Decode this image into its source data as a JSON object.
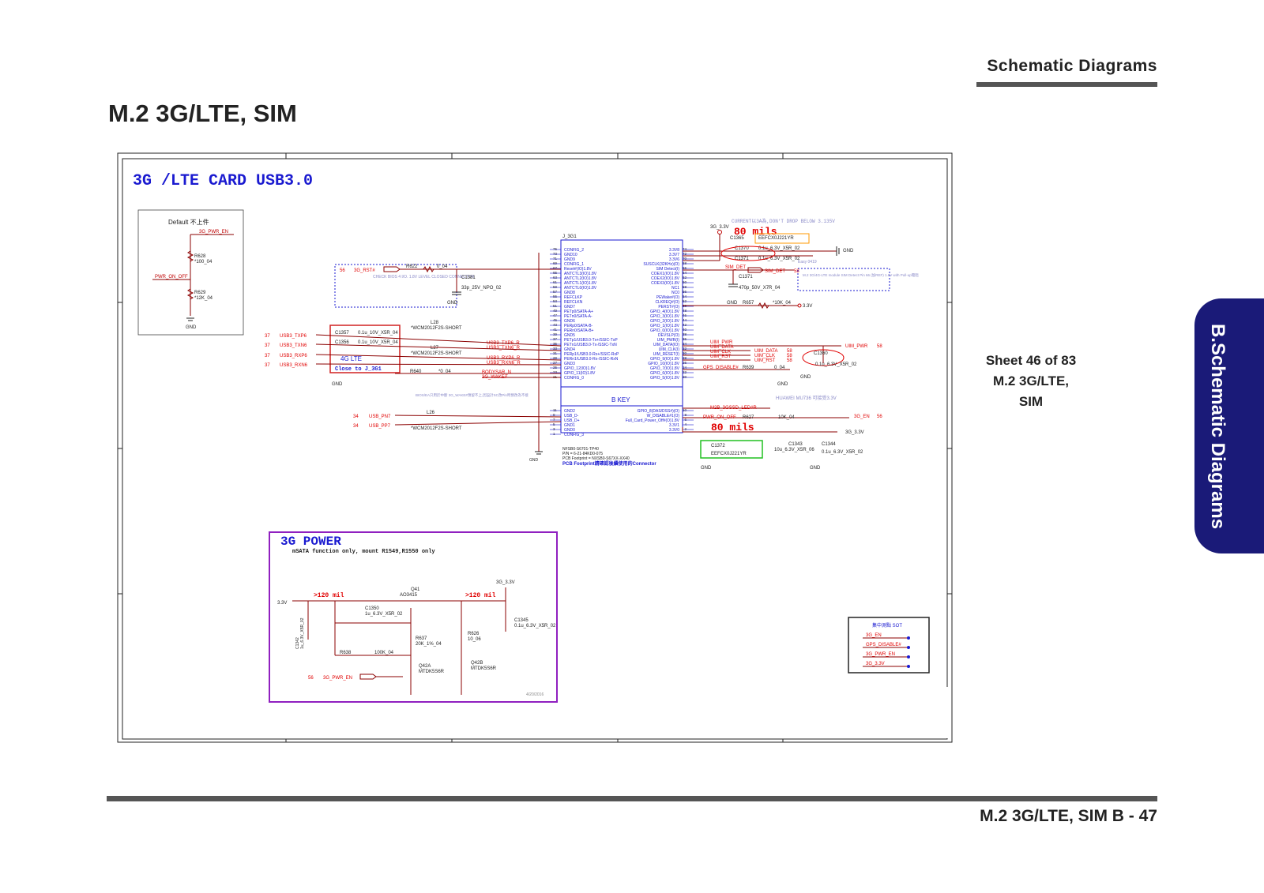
{
  "header": {
    "section": "Schematic  Diagrams",
    "title": "M.2 3G/LTE, SIM"
  },
  "sheet": {
    "number": "Sheet 46 of 83",
    "name": "M.2 3G/LTE, SIM"
  },
  "side_tab": "B.Schematic Diagrams",
  "footer": "M.2 3G/LTE, SIM  B  -  47",
  "schematic": {
    "title": "3G /LTE CARD USB3.0",
    "power_title": "3G POWER",
    "power_note": "mSATA function only, mount R1549,R1550 only",
    "default_box": {
      "label": "Default 不上件",
      "net_en": "3G_PWR_EN",
      "net_pwr": "PWR_ON_OFF",
      "r1": "R628",
      "r1v": "*100_04",
      "r2": "R629",
      "r2v": "*12K_04",
      "gnd": "GND"
    },
    "connector": {
      "ref": "J_3G1",
      "bkey": "B KEY",
      "part1": "NFSB0-S6701-TP40",
      "part2": "P/N = 6-21-84KD0-075",
      "part3": "PCB Footprint = NXSB0-S67XX-XX40",
      "part4": "PCB Footprint請確認後續使用的Connector",
      "left_pins": [
        "CONFIG_2",
        "GND10",
        "GND9",
        "CONFIG_1",
        "Reset#(IO)1.8V",
        "ANTCTL3(IO)1.8V",
        "ANTCTL2(IO)1.8V",
        "ANTCTL1(IO)1.8V",
        "ANTCTL0(IO)1.8V",
        "GND8",
        "REFCLKP",
        "REFCLKN",
        "GND7",
        "PETp0/SATA-A+",
        "PETn0/SATA-A-",
        "GND6",
        "PERp0/SATA-B-",
        "PERn0/SATA-B+",
        "GND5",
        "PETp1/USB3.0-Tx+/SSIC-TxP",
        "PETn1/USB3.0-Tx-/SSIC-TxN",
        "GND4",
        "PERp1/USB3.0-Rx+/SSIC-RxP",
        "PERn1/USB3.0-Rx-/SSIC-RxN",
        "GND3",
        "GPIO_12(IO)1.8V",
        "GPIO_11(IO)1.8V",
        "CONFIG_0"
      ],
      "left_pin_nums": [
        "75",
        "73",
        "71",
        "69",
        "67",
        "65",
        "63",
        "61",
        "59",
        "57",
        "55",
        "53",
        "51",
        "49",
        "47",
        "45",
        "43",
        "41",
        "39",
        "37",
        "35",
        "33",
        "31",
        "29",
        "27",
        "25",
        "23",
        "21"
      ],
      "right_pins": [
        "3.3V8",
        "3.3V7",
        "3.3V6",
        "SUSCLK(32KHz)(O)",
        "SIM Detect(I)",
        "COEX1(IO)1.8V",
        "COEX2(IO)1.8V",
        "COEX3(IO)1.8V",
        "NC1",
        "NC0",
        "PEWake#(O)",
        "CLKREQ#(O)",
        "PERST#(O)",
        "GPIO_4(IO)1.8V",
        "GPIO_3(IO)1.8V",
        "GPIO_2(IO)1.8V",
        "GPIO_1(IO)1.8V",
        "GPIO_0(IO)1.8V",
        "DEVSLP(O)",
        "UIM_PWR(I)",
        "UIM_DATA(IO)",
        "UIM_CLK(I)",
        "UIM_RESET(I)",
        "GPIO_9(IO)1.8V",
        "GPIO_10(IO)1.8V",
        "GPIO_7(IO)1.8V",
        "GPIO_6(IO)1.8V",
        "GPIO_5(IO)1.8V"
      ],
      "right_pin_nums": [
        "74",
        "72",
        "70",
        "68",
        "66",
        "64",
        "62",
        "60",
        "58",
        "56",
        "54",
        "52",
        "50",
        "48",
        "46",
        "44",
        "42",
        "40",
        "38",
        "36",
        "34",
        "32",
        "30",
        "28",
        "26",
        "24",
        "22",
        "20"
      ],
      "left_pins_b": [
        "GND2",
        "USB_D-",
        "USB_D+",
        "GND1",
        "GND0",
        "CONFIG_3"
      ],
      "left_pin_nums_b": [
        "11",
        "9",
        "7",
        "5",
        "3",
        "1"
      ],
      "right_pins_b": [
        "GPIO_8(DAS/DSS#)(O)",
        "W_DISABLE#1(O)",
        "Full_Card_Power_Off#(O)1.8V",
        "3.3V1",
        "3.3V0"
      ],
      "right_pin_nums_b": [
        "10",
        "8",
        "6",
        "4",
        "2"
      ]
    },
    "nets": {
      "v33_3g": "3G_3.3V",
      "mils80": "80 mils",
      "mils80b": "80 mils",
      "current": "CURRENT以3A為,DON'T DROP BELOW 3.135V",
      "c1365": "C1365",
      "c1365v": "EEFCX0J221YR",
      "c1370": "C1370",
      "c1370v": "0.1u_6.3V_X5R_02",
      "c1371a": "C1371",
      "c1371av": "0.1u_6.3V_X5R_02",
      "gnd": "GND",
      "easy": "Easy 0419",
      "sim_det": "SIM_DET",
      "sim_det2": "SIM_DET",
      "sim_det_n": "58",
      "sim_note": "M.2 3G/4G-LTE module SIM Detect Pin 66 (加REF) 1.8V with Pull-up電阻",
      "c1371": "C1371",
      "c1371v": "470p_50V_X7R_04",
      "r657": "R657",
      "r657v": "*10K_04",
      "v33": "3.3V",
      "rst": "3G_RST#",
      "rst_n": "56",
      "r622": "R622",
      "r622v": "0_04",
      "c1381": "C1381",
      "c1381v": "33p_25V_NPO_02",
      "bios_note": "CHECK BIOS\n4 I/O. 1.8V LEVEL\nCLOSED\nCONNECTOR",
      "l28": "L28",
      "l28v": "*WCM2012F2S-SHORT",
      "c1357": "C1357",
      "c1357v": "0.1u_10V_X5R_04",
      "c1356": "C1356",
      "c1356v": "0.1u_10V_X5R_04",
      "l27": "L27",
      "l27v": "*WCM2012F2S-SHORT",
      "tx_p": "USB3_TXP6",
      "tx_n": "USB3_TXN6",
      "rx_p": "USB3_RXP6",
      "rx_n": "USB3_RXN6",
      "usb_n": "37",
      "tx_p_r": "USB3_TXP6_R",
      "tx_n_r": "USB3_TXN6_R",
      "rx_p_r": "USB3_RXP6_R",
      "rx_n_r": "USB3_RXN6_R",
      "lte": "4G LTE",
      "close": "Close to J_3G1",
      "r640": "R640",
      "r640v": "*0_04",
      "bodysar": "BODYSAR_N",
      "wake": "3G_WAKE#",
      "note_wake": "BIOS/EA只用於中斷\n3G_WAKE#預留不上,因設計SC改Pin時預改為不接",
      "uim_pwr": "UIM_PWR",
      "uim_data": "UIM_DATA",
      "uim_clk": "UIM_CLK",
      "uim_rst": "UIM_RST",
      "uim_n": "58",
      "c1360": "C1360",
      "c1360v": "0.1u_6.3V_X5R_02",
      "gps": "GPS_DISABLE#",
      "r639": "R639",
      "r639v": "0_04",
      "huawei": "HUAWEI MU736 可接受3.3V",
      "led": "M2B_3GSSD_LED#R",
      "onoff": "PWR_ON_OFF",
      "r627": "R627",
      "r627v": "10K_04",
      "en": "3G_EN",
      "en_n": "56",
      "c1372": "C1372",
      "c1372v": "EEFCX0J221YR",
      "c1343": "C1343",
      "c1343v": "10u_6.3V_X5R_06",
      "c1344": "C1344",
      "c1344v": "0.1u_6.3V_X5R_02",
      "usb_pn": "USB_PN7",
      "usb_pp": "USB_PP7",
      "usb_pn_n": "34",
      "l26": "L26",
      "l26v": "*WCM2012F2S-SHORT"
    },
    "power": {
      "v33": "3.3V",
      "mil120a": ">120 mil",
      "mil120b": ">120 mil",
      "q41": "Q41",
      "q41v": "AO3415",
      "v33_3g": "3G_3.3V",
      "c1350": "C1350",
      "c1350v": "1u_6.3V_X5R_02",
      "c1345": "C1345",
      "c1345v": "0.1u_6.3V_X5R_02",
      "c1342": "C1342",
      "c1342v": "1u_6.3V_X5R_02",
      "r637": "R637",
      "r637v": "20K_1%_04",
      "r626": "R626",
      "r626v": "10_06",
      "r638": "R638",
      "r638v": "100K_04",
      "q42a": "Q42A",
      "q42av": "MTDK5S6R",
      "q42b": "Q42B",
      "q42bv": "MTDK5S6R",
      "pwr_en": "3G_PWR_EN",
      "pwr_en_n": "56",
      "date": "4/20/2016"
    },
    "testpoints": {
      "title": "集中測點 SOT",
      "items": [
        "3G_EN",
        "GPS_DISABLE#",
        "3G_PWR_EN",
        "3G_3.3V"
      ]
    }
  },
  "colors": {
    "wire": "#8b0000",
    "blue": "#1a1ad0",
    "box_red": "#d02020",
    "purple": "#9020c0",
    "green": "#20c020",
    "tab": "#1a1a78"
  }
}
